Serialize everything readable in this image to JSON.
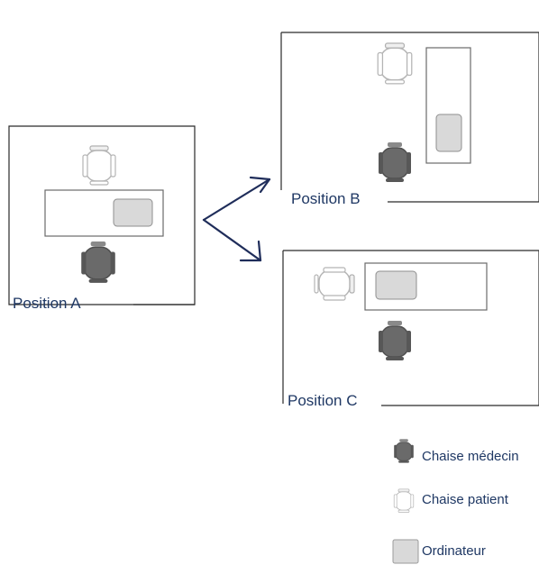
{
  "diagram": {
    "positions": [
      {
        "label": "Position A"
      },
      {
        "label": "Position B"
      },
      {
        "label": "Position C"
      }
    ],
    "legend": [
      {
        "icon": "doctor-chair-icon",
        "label": "Chaise médecin",
        "color": "#6d6d6d"
      },
      {
        "icon": "patient-chair-icon",
        "label": "Chaise patient",
        "color": "#f2f2f2"
      },
      {
        "icon": "computer-icon",
        "label": "Ordinateur",
        "color": "#d9d9d9"
      }
    ],
    "colors": {
      "frame": "#2a2a2a",
      "arrow": "#1f2d5a",
      "text": "#1f3864"
    }
  }
}
